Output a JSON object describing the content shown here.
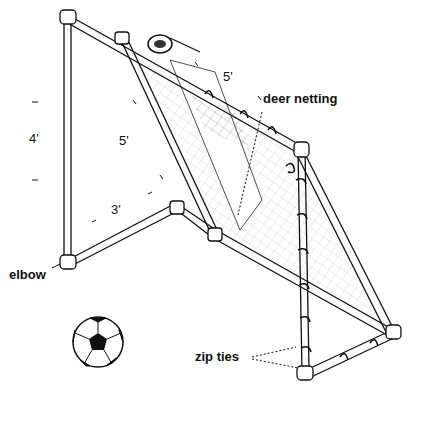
{
  "diagram": {
    "labels": [
      "5'",
      "deer netting",
      "4'",
      "5'",
      "3'",
      "elbow",
      "zip ties"
    ]
  }
}
